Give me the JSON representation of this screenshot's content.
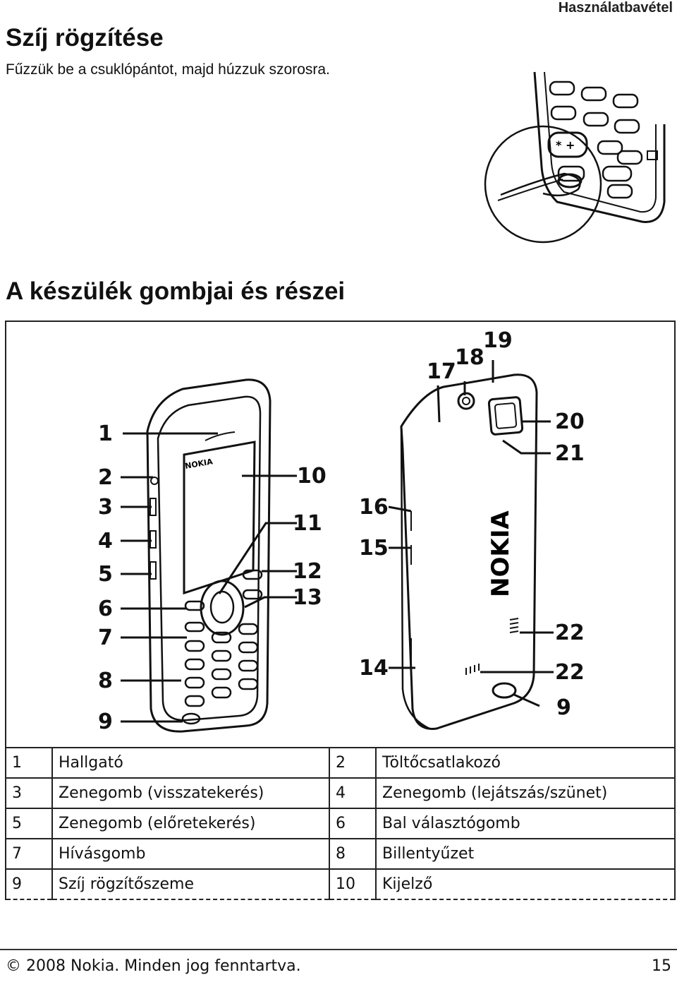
{
  "header": {
    "section": "Használatbavétel"
  },
  "strap": {
    "title": "Szíj rögzítése",
    "instruction": "Fűzzük be a csuklópántot, majd húzzuk szorosra."
  },
  "parts_section": {
    "title": "A készülék gombjai és részei"
  },
  "figure": {
    "callouts_front": [
      "1",
      "2",
      "3",
      "4",
      "5",
      "6",
      "7",
      "8",
      "9",
      "10",
      "11",
      "12",
      "13"
    ],
    "callouts_back": [
      "14",
      "15",
      "16",
      "17",
      "18",
      "19",
      "20",
      "21",
      "22",
      "22",
      "9"
    ],
    "brand_front": "NOKIA",
    "brand_back": "NOKIA"
  },
  "parts_table": {
    "rows": [
      [
        {
          "n": "1",
          "label": "Hallgató"
        },
        {
          "n": "2",
          "label": "Töltőcsatlakozó"
        }
      ],
      [
        {
          "n": "3",
          "label": "Zenegomb (visszatekerés)"
        },
        {
          "n": "4",
          "label": "Zenegomb (lejátszás/szünet)"
        }
      ],
      [
        {
          "n": "5",
          "label": "Zenegomb (előretekerés)"
        },
        {
          "n": "6",
          "label": "Bal választógomb"
        }
      ],
      [
        {
          "n": "7",
          "label": "Hívásgomb"
        },
        {
          "n": "8",
          "label": "Billentyűzet"
        }
      ],
      [
        {
          "n": "9",
          "label": "Szíj rögzítőszeme"
        },
        {
          "n": "10",
          "label": "Kijelző"
        }
      ]
    ]
  },
  "footer": {
    "copyright": "© 2008 Nokia. Minden jog fenntartva.",
    "page_number": "15"
  }
}
